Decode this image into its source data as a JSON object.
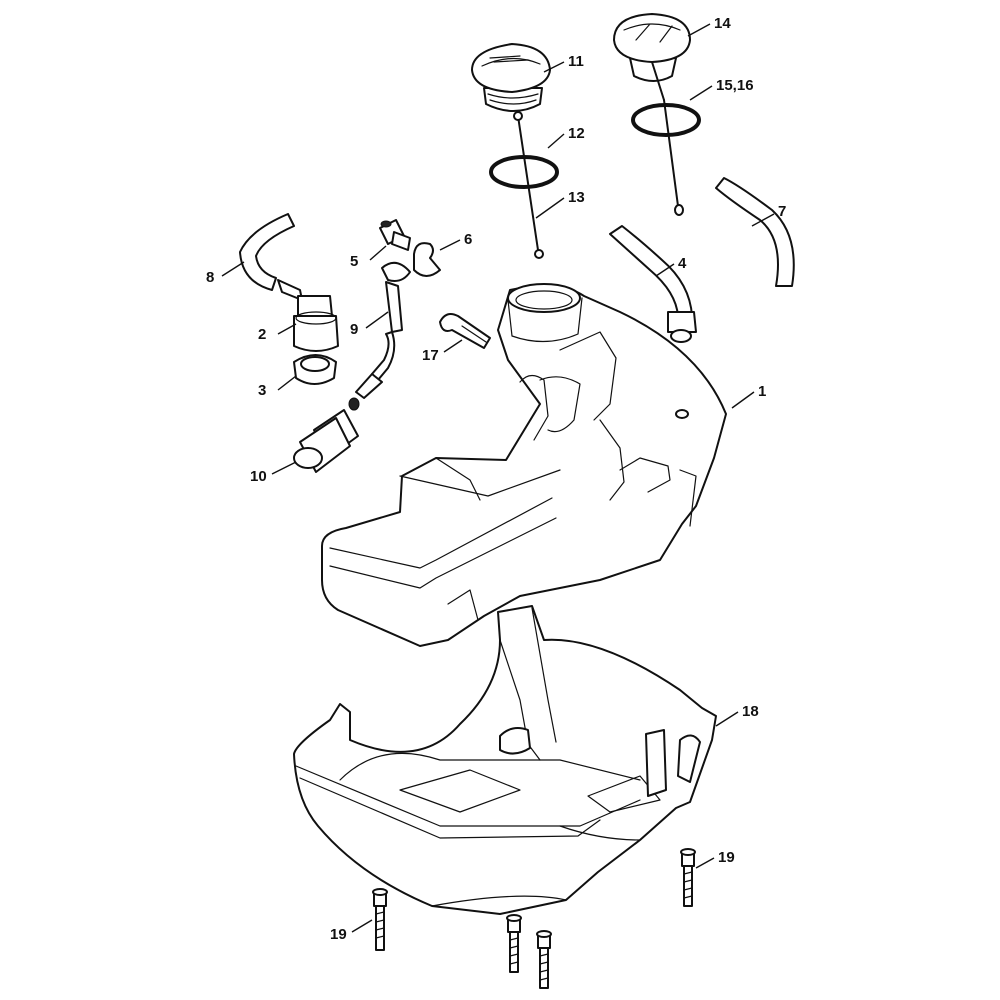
{
  "callouts": [
    {
      "id": "c1",
      "text": "1"
    },
    {
      "id": "c2",
      "text": "2"
    },
    {
      "id": "c3",
      "text": "3"
    },
    {
      "id": "c4",
      "text": "4"
    },
    {
      "id": "c5",
      "text": "5"
    },
    {
      "id": "c6",
      "text": "6"
    },
    {
      "id": "c7",
      "text": "7"
    },
    {
      "id": "c8",
      "text": "8"
    },
    {
      "id": "c9",
      "text": "9"
    },
    {
      "id": "c10",
      "text": "10"
    },
    {
      "id": "c11",
      "text": "11"
    },
    {
      "id": "c12",
      "text": "12"
    },
    {
      "id": "c13",
      "text": "13"
    },
    {
      "id": "c14",
      "text": "14"
    },
    {
      "id": "c15",
      "text": "15,16"
    },
    {
      "id": "c17",
      "text": "17"
    },
    {
      "id": "c18",
      "text": "18"
    },
    {
      "id": "c19a",
      "text": "19"
    },
    {
      "id": "c19b",
      "text": "19"
    }
  ]
}
